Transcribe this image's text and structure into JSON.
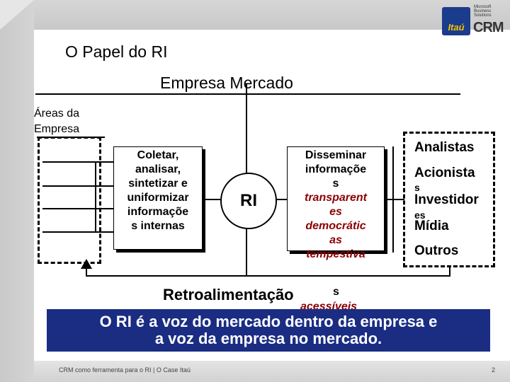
{
  "header": {
    "logo_brand": "Itaú",
    "logo_partner": "Microsoft Business Solutions",
    "logo_product": "CRM"
  },
  "slide": {
    "title": "O Papel do RI",
    "subtitle": "Empresa Mercado"
  },
  "diagram": {
    "areas_label_line1": "Áreas da",
    "areas_label_line2": "Empresa",
    "left_box_lines": [
      "Coletar,",
      "analisar,",
      "sintetizar e",
      "uniformizar",
      "informaçõe",
      "s internas"
    ],
    "center_label": "RI",
    "right_box_lines": [
      "Disseminar",
      "informaçõe",
      "s"
    ],
    "right_box_highlight_lines": [
      "transparent",
      "es",
      "democrátic",
      "as",
      "tempestiva"
    ],
    "stakeholders": [
      "Analistas",
      "Acionista",
      "s",
      "Investidor",
      "es",
      "Mídia",
      "Outros"
    ],
    "feedback_label": "Retroalimentação",
    "feedback_trailing": "s",
    "feedback_hidden": "acessíveis"
  },
  "banner": {
    "line1": "O RI é a voz do mercado dentro da empresa e",
    "line2": "a voz da empresa no mercado."
  },
  "footer": {
    "caption": "CRM como ferramenta para o RI | O Case Itaú",
    "page": "2"
  },
  "colors": {
    "banner_bg": "#1a2d83",
    "highlight_text": "#8b0000",
    "frame": "#c9c9c9"
  }
}
